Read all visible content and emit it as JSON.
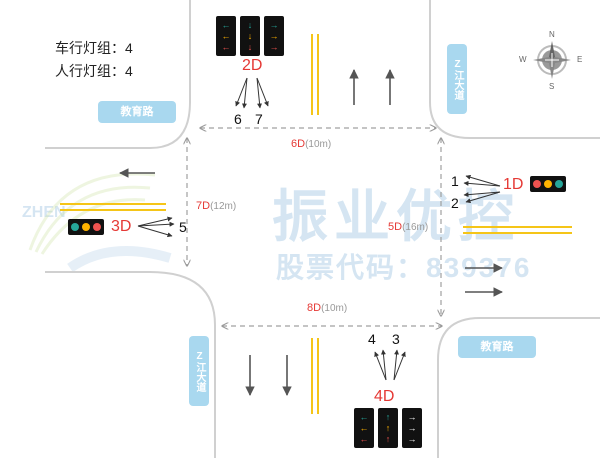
{
  "info": {
    "vehicle_groups": "车行灯组：4",
    "ped_groups": "人行灯组：4"
  },
  "roads": {
    "jiaoyu_left": "教育路",
    "jiaoyu_right": "教育路",
    "zjiang_top": "Z江大道",
    "zjiang_bottom": "Z江大道"
  },
  "compass": {
    "n": "N",
    "s": "S",
    "e": "E",
    "w": "W"
  },
  "groups": {
    "g1": "1D",
    "g2": "2D",
    "g3": "3D",
    "g4": "4D"
  },
  "distances": {
    "d6": {
      "code": "6D",
      "unit": "(10m)"
    },
    "d7": {
      "code": "7D",
      "unit": "(12m)"
    },
    "d5": {
      "code": "5D",
      "unit": "(16m)"
    },
    "d8": {
      "code": "8D",
      "unit": "(10m)"
    }
  },
  "ped_numbers": {
    "n1": "1",
    "n2": "2",
    "n3": "3",
    "n4": "4",
    "n5": "5",
    "n6": "6",
    "n7": "7"
  },
  "watermark": {
    "brand": "振业优控",
    "stock": "股票代码：839376",
    "logo_text": "ZHEN"
  },
  "colors": {
    "road": "#d0d0d0",
    "yellow": "#f5c518",
    "arrow": "#555555",
    "dash": "#a0a0a0",
    "label_bg": "#a9d8ef",
    "red": "#e53935",
    "sig_red": "#ef5350",
    "sig_yellow": "#ffb300",
    "sig_green": "#26a69a"
  },
  "icons": [
    "compass-icon",
    "traffic-signal-icon",
    "direction-arrow-icon",
    "pedestrian-crossing-arrow-icon"
  ]
}
